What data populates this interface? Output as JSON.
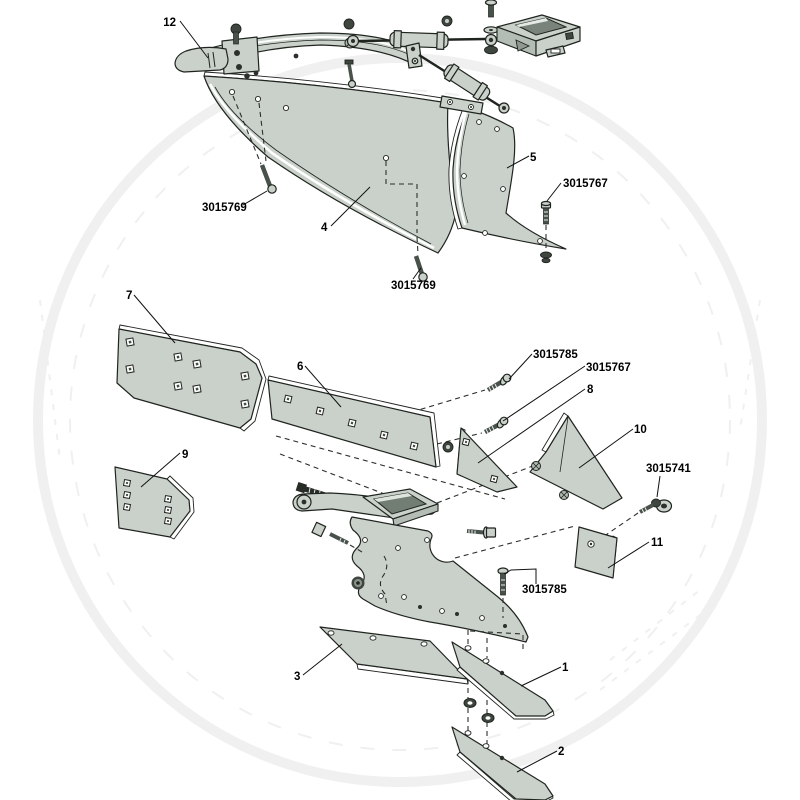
{
  "figure": {
    "type": "exploded-parts-diagram",
    "description": "Plough body exploded-view spare parts diagram with numbered callouts and part numbers",
    "background": "#ffffff",
    "part_color": "#c9d1ca",
    "outline_color": "#20241f",
    "callouts": {
      "n1": "1",
      "n2": "2",
      "n3": "3",
      "n4": "4",
      "n5": "5",
      "n6": "6",
      "n7": "7",
      "n8": "8",
      "n9": "9",
      "n10": "10",
      "n11": "11",
      "n12": "12"
    },
    "part_numbers": {
      "pn3015741": "3015741",
      "pn3015767": "3015767",
      "pn3015769": "3015769",
      "pn3015785": "3015785"
    }
  }
}
